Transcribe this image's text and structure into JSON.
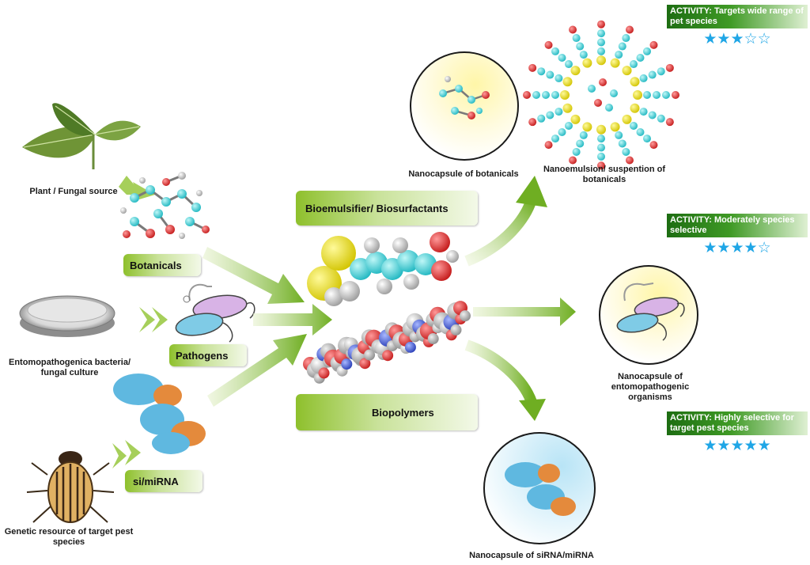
{
  "sources": {
    "plant": "Plant / Fungal source",
    "bacteria": "Entomopathogenica bacteria/ fungal culture",
    "pest": "Genetic resource of target pest species"
  },
  "labels": {
    "botanicals": "Botanicals",
    "pathogens": "Pathogens",
    "rna": "si/miRNA",
    "bioemulsifier": "Bioemulsifier/ Biosurfactants",
    "biopolymers": "Biopolymers"
  },
  "products": {
    "nanocapsule_botanicals": "Nanocapsule of botanicals",
    "nanoemulsion": "Nanoemulsion/ suspention of botanicals",
    "nanocapsule_entomo": "Nanocapsule of entomopathogenic organisms",
    "nanocapsule_sirna": "Nanocapsule of siRNA/miRNA"
  },
  "activity": [
    {
      "text": "ACTIVITY: Targets wide range of pet species",
      "rating": 3,
      "max": 5
    },
    {
      "text": "ACTIVITY: Moderately species selective",
      "rating": 4,
      "max": 5
    },
    {
      "text": "ACTIVITY: Highly selective for target pest species",
      "rating": 5,
      "max": 5
    }
  ],
  "colors": {
    "arrow": "#7cb32a",
    "star": "#1fa6e6",
    "activity_header": "#2e7d1a"
  }
}
